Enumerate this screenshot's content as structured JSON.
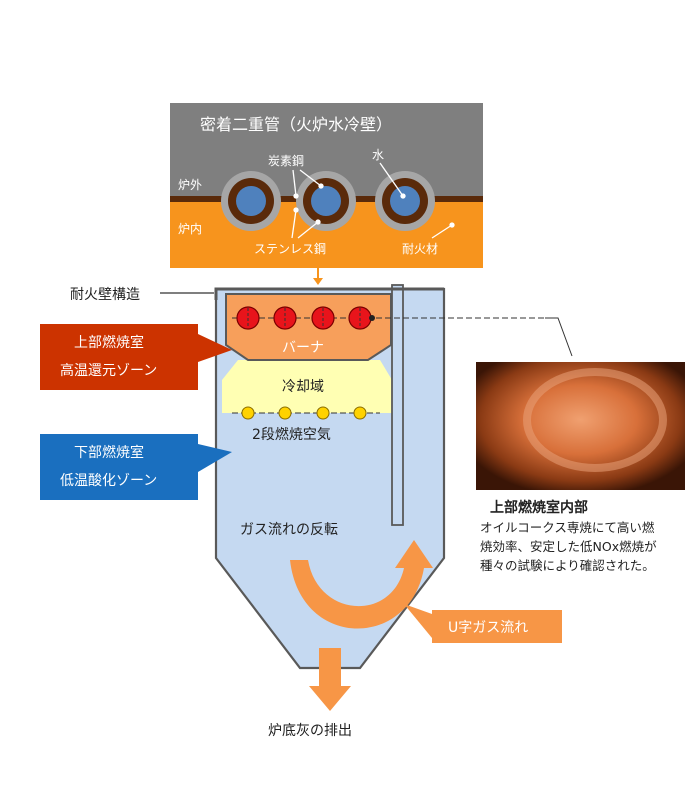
{
  "top_panel": {
    "title": "密着二重管（火炉水冷壁）",
    "outside_label": "炉外",
    "inside_label": "炉内",
    "carbon_steel": "炭素鋼",
    "water": "水",
    "stainless": "ステンレス鋼",
    "refractory": "耐火材"
  },
  "wall_structure_label": "耐火壁構造",
  "upper_zone": {
    "line1": "上部燃焼室",
    "line2": "高温還元ゾーン",
    "color": "#cc3300"
  },
  "lower_zone": {
    "line1": "下部燃焼室",
    "line2": "低温酸化ゾーン",
    "color": "#1a6fbf"
  },
  "furnace": {
    "burner_label": "バーナ",
    "cooling_label": "冷却域",
    "secondary_air_label": "2段燃焼空気",
    "reversal_label": "ガス流れの反転",
    "ash_label": "炉底灰の排出"
  },
  "u_flow_label": "U字ガス流れ",
  "photo": {
    "caption_title": "上部燃焼室内部",
    "caption_lines": [
      "オイルコークス専焼にて高い燃",
      "焼効率、安定した低NOx燃焼が",
      "種々の試験により確認された。"
    ]
  },
  "colors": {
    "panel_gray": "#7f7f7f",
    "refractory_orange": "#f7941d",
    "upper_chamber": "#f79f5b",
    "cooling_zone": "#ffffb3",
    "lower_chamber": "#c5d9f1",
    "arrow_orange": "#f79646",
    "burner_red": "#e8141b",
    "air_yellow": "#ffd200"
  }
}
